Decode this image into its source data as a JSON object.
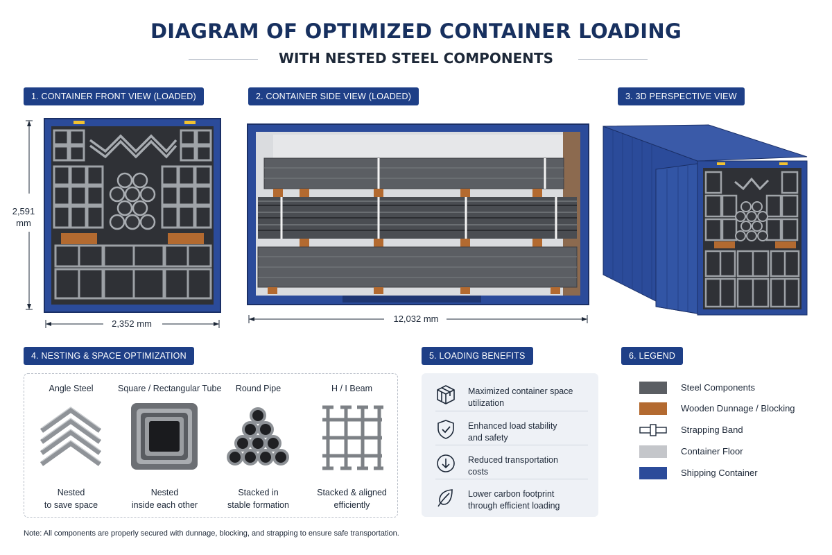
{
  "header": {
    "title": "DIAGRAM OF OPTIMIZED CONTAINER LOADING",
    "subtitle": "WITH NESTED STEEL COMPONENTS"
  },
  "sections": {
    "front_view": "1. CONTAINER FRONT VIEW (LOADED)",
    "side_view": "2. CONTAINER SIDE VIEW (LOADED)",
    "perspective_view": "3. 3D PERSPECTIVE VIEW",
    "nesting": "4. NESTING & SPACE OPTIMIZATION",
    "benefits": "5. LOADING BENEFITS",
    "legend": "6. LEGEND"
  },
  "dimensions": {
    "height_value": "2,591",
    "height_unit": "mm",
    "width": "2,352 mm",
    "length": "12,032 mm"
  },
  "nesting": [
    {
      "title": "Angle Steel",
      "caption_1": "Nested",
      "caption_2": "to save space",
      "icon": "angle-steel-icon"
    },
    {
      "title": "Square / Rectangular Tube",
      "caption_1": "Nested",
      "caption_2": "inside each other",
      "icon": "square-tube-icon"
    },
    {
      "title": "Round Pipe",
      "caption_1": "Stacked in",
      "caption_2": "stable formation",
      "icon": "round-pipe-icon"
    },
    {
      "title": "H / I Beam",
      "caption_1": "Stacked & aligned",
      "caption_2": "efficiently",
      "icon": "h-beam-icon"
    }
  ],
  "benefits": [
    {
      "line_1": "Maximized container space",
      "line_2": "utilization",
      "icon": "cube-icon"
    },
    {
      "line_1": "Enhanced load stability",
      "line_2": "and safety",
      "icon": "shield-check-icon"
    },
    {
      "line_1": "Reduced transportation",
      "line_2": "costs",
      "icon": "down-arrow-circle-icon"
    },
    {
      "line_1": "Lower carbon footprint",
      "line_2": "through efficient loading",
      "icon": "leaf-icon"
    }
  ],
  "legend": [
    {
      "label": "Steel Components",
      "color": "#5b5e63"
    },
    {
      "label": "Wooden Dunnage / Blocking",
      "color": "#b36a30"
    },
    {
      "label": "Strapping Band",
      "color": "#ffffff"
    },
    {
      "label": "Container Floor",
      "color": "#c4c6ca"
    },
    {
      "label": "Shipping Container",
      "color": "#2b4b9a"
    }
  ],
  "note": "Note: All components are properly secured with dunnage, blocking, and strapping to ensure safe transportation.",
  "colors": {
    "accent": "#1e3f87",
    "container_blue": "#2b4b9a",
    "steel": "#5b5e63",
    "wood": "#b36a30"
  }
}
